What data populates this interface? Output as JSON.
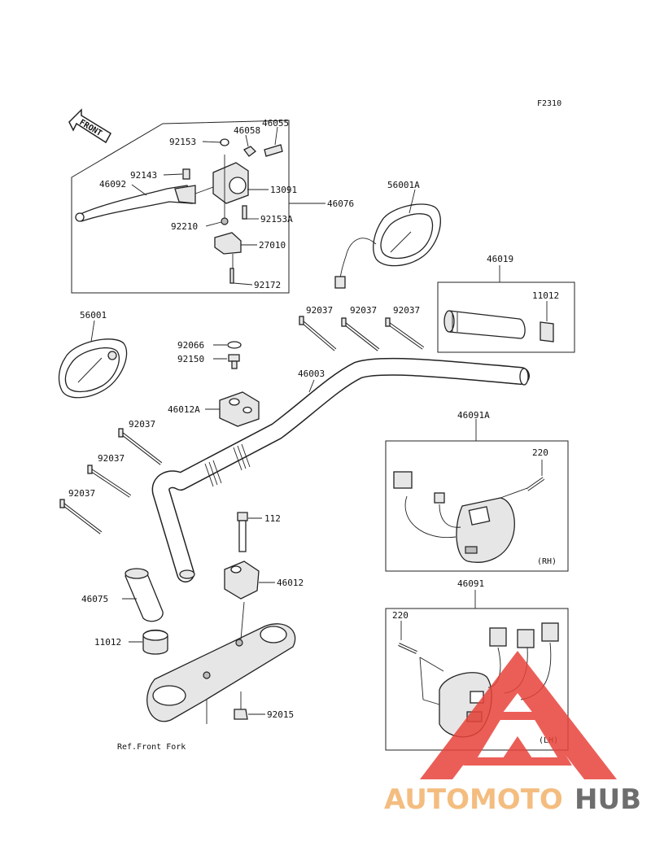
{
  "figure": {
    "code": "F2310",
    "front_arrow": "FRONT"
  },
  "parts": {
    "p46055": "46055",
    "p46058": "46058",
    "p92153": "92153",
    "p92143": "92143",
    "p46092": "46092",
    "p13091": "13091",
    "p46076": "46076",
    "p92210": "92210",
    "p92153A": "92153A",
    "p27010": "27010",
    "p92172": "92172",
    "p56001A": "56001A",
    "p46019": "46019",
    "p11012a": "11012",
    "p56001": "56001",
    "p92037a": "92037",
    "p92037b": "92037",
    "p92037c": "92037",
    "p92066": "92066",
    "p92150": "92150",
    "p46003": "46003",
    "p46012A": "46012A",
    "p92037d": "92037",
    "p92037e": "92037",
    "p92037f": "92037",
    "p46091A": "46091A",
    "p220a": "220",
    "p112": "112",
    "p46012": "46012",
    "p46075": "46075",
    "p11012b": "11012",
    "p46091": "46091",
    "p220b": "220",
    "p92015": "92015"
  },
  "notes": {
    "rh": "(RH)",
    "lh": "(LH)",
    "ref_fork": "Ref.Front Fork"
  },
  "watermark": {
    "part1": "AUTOMOTO",
    "part2": "HUB",
    "colors": {
      "orange": "#f3b26b",
      "red": "#e8433a",
      "gray": "#555555"
    }
  }
}
